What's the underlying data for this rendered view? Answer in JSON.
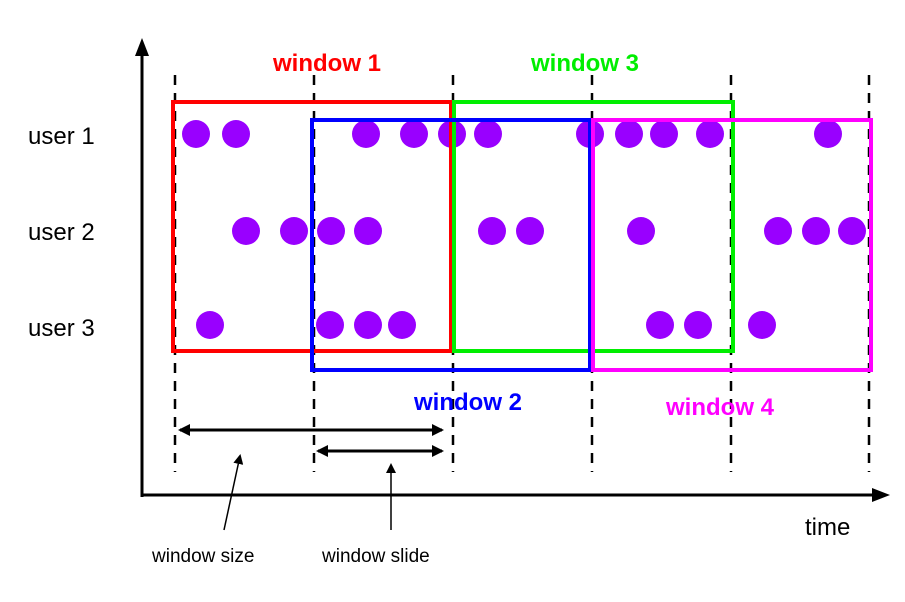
{
  "users": [
    {
      "label": "user 1"
    },
    {
      "label": "user 2"
    },
    {
      "label": "user 3"
    }
  ],
  "windows": [
    {
      "label": "window 1",
      "color": "#ff0000"
    },
    {
      "label": "window 2",
      "color": "#0000ff"
    },
    {
      "label": "window 3",
      "color": "#00ee00"
    },
    {
      "label": "window 4",
      "color": "#ff00ff"
    }
  ],
  "axis": {
    "x_label": "time"
  },
  "annotations": {
    "window_size": "window size",
    "window_slide": "window slide"
  },
  "event_color": "#9900ff",
  "events": {
    "user1": [
      196,
      236,
      366,
      414,
      452,
      488,
      590,
      629,
      664,
      710,
      828
    ],
    "user2": [
      246,
      294,
      331,
      368,
      492,
      530,
      641,
      778,
      816,
      852
    ],
    "user3": [
      210,
      330,
      368,
      402,
      660,
      698,
      762
    ]
  }
}
